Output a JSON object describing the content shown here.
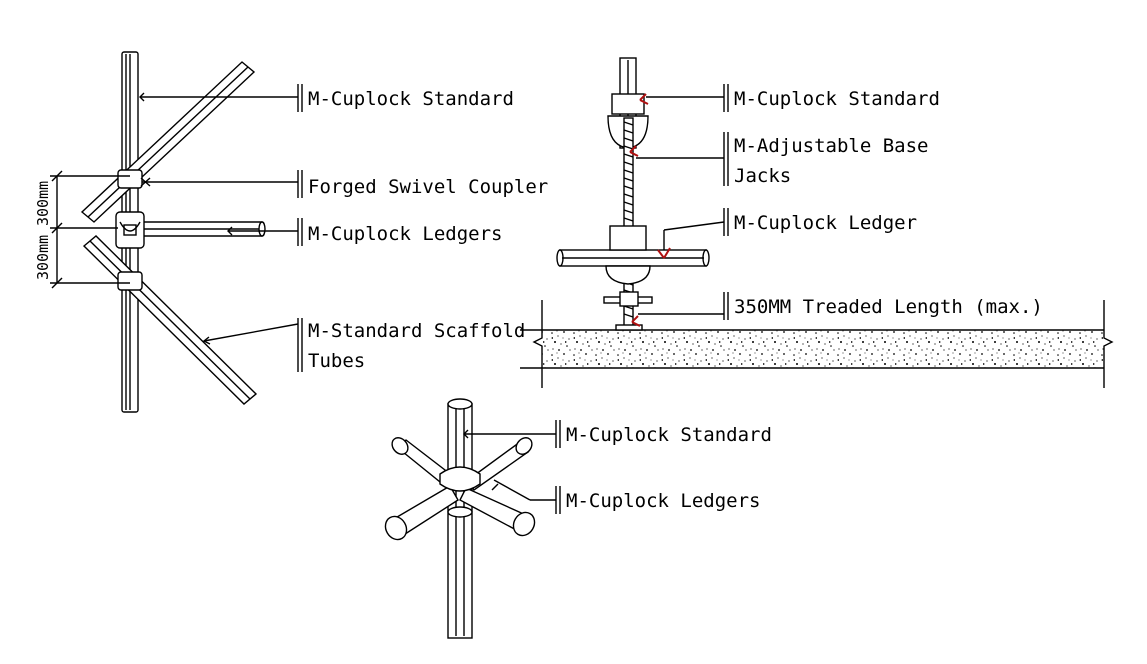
{
  "left_diagram": {
    "label_standard": "M-Cuplock Standard",
    "label_coupler": "Forged Swivel Coupler",
    "label_ledgers": "M-Cuplock Ledgers",
    "label_tubes_line1": "M-Standard Scaffold",
    "label_tubes_line2": "Tubes",
    "dim_upper": "300mm",
    "dim_lower": "300mm"
  },
  "right_diagram": {
    "label_standard": "M-Cuplock Standard",
    "label_jacks_line1": "M-Adjustable Base",
    "label_jacks_line2": "Jacks",
    "label_ledger": "M-Cuplock Ledger",
    "label_length": "350MM Treaded Length (max.)"
  },
  "bottom_diagram": {
    "label_standard": "M-Cuplock Standard",
    "label_ledgers": "M-Cuplock Ledgers"
  },
  "colors": {
    "line": "#000000",
    "marker": "#b01010",
    "background": "#ffffff"
  }
}
